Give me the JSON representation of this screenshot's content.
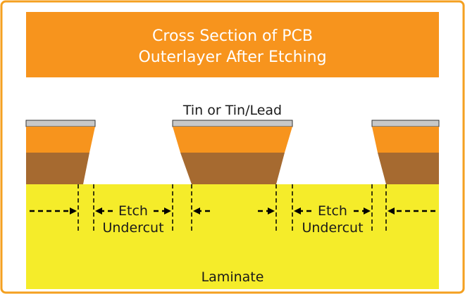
{
  "title": {
    "line1": "Cross Section of PCB",
    "line2": "Outerlayer After Etching"
  },
  "labels": {
    "plating": "Tin or Tin/Lead",
    "etch_word": "Etch",
    "undercut_word": "Undercut",
    "substrate": "Laminate"
  },
  "colors": {
    "frame_border": "#f4a020",
    "title_fill": "#f7941d",
    "laminate": "#f5ec2a",
    "tin_layer": "#c8c8c8",
    "copper_plating": "#f7941d",
    "base_copper": "#a66a30"
  }
}
